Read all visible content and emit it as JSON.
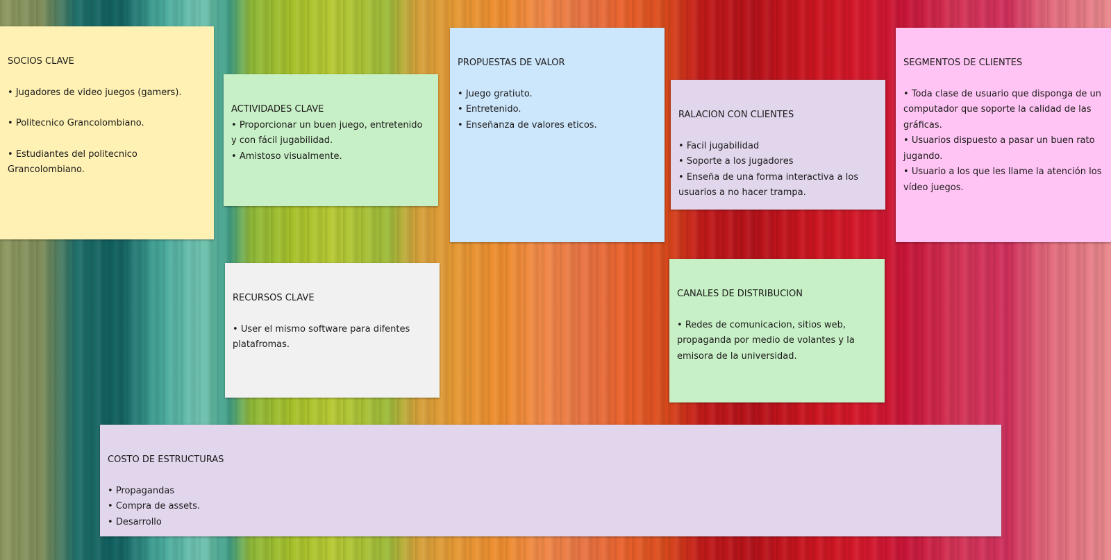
{
  "colors": {
    "yellow": "#fff1b3",
    "green": "#c8f0c6",
    "blue": "#cce6fc",
    "lavender": "#e1d6ec",
    "pink": "#ffc4f3",
    "gray": "#f1f1f1"
  },
  "socios": {
    "title": "SOCIOS CLAVE",
    "items": [
      "Jugadores de video juegos (gamers).",
      "Politecnico Grancolombiano.",
      "Estudiantes del politecnico Grancolombiano."
    ]
  },
  "actividades": {
    "title": "ACTIVIDADES CLAVE",
    "items": [
      "Proporcionar un buen juego, entretenido y con fácil jugabilidad.",
      "Amistoso visualmente."
    ]
  },
  "propuestas": {
    "title": "PROPUESTAS DE VALOR",
    "items": [
      "Juego gratiuto.",
      "Entretenido.",
      "Enseñanza de valores eticos."
    ]
  },
  "relacion": {
    "title": "RALACION CON CLIENTES",
    "items": [
      "Facil jugabilidad",
      "Soporte a los jugadores",
      "Enseña de una forma interactiva a los usuarios a no hacer trampa."
    ]
  },
  "segmentos": {
    "title": "SEGMENTOS DE CLIENTES",
    "items": [
      "Toda clase de usuario que disponga de un computador que soporte la calidad de las gráficas.",
      "Usuarios dispuesto a pasar un buen rato jugando.",
      "Usuario a los que les llame la atención los vídeo juegos."
    ]
  },
  "recursos": {
    "title": "RECURSOS CLAVE",
    "items": [
      "User el mismo software para difentes platafromas."
    ]
  },
  "canales": {
    "title": "CANALES DE DISTRIBUCION",
    "items": [
      "Redes de comunicacion, sitios web, propaganda por medio de volantes y la emisora de la universidad."
    ]
  },
  "costo": {
    "title": "COSTO DE ESTRUCTURAS",
    "items": [
      "Propagandas",
      "Compra de assets.",
      "Desarrollo"
    ]
  }
}
